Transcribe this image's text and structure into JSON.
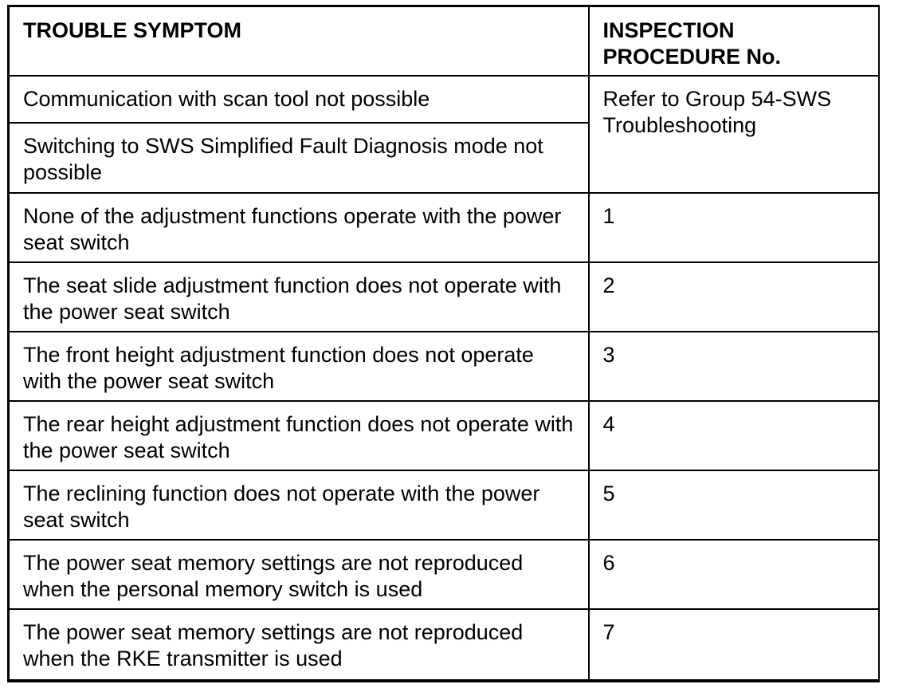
{
  "table": {
    "header": {
      "trouble_symptom": "TROUBLE SYMPTOM",
      "inspection_procedure": "INSPECTION PROCEDURE No."
    },
    "rows": [
      {
        "symptom": "Communication with scan tool not possible",
        "procedure": "Refer to Group 54-SWS Troubleshooting"
      },
      {
        "symptom": "Switching to SWS Simplified Fault Diagnosis mode not possible"
      },
      {
        "symptom": "None of the adjustment functions operate with the power seat switch",
        "procedure": "1"
      },
      {
        "symptom": "The seat slide adjustment function does not operate with the power seat switch",
        "procedure": "2"
      },
      {
        "symptom": "The front height adjustment function does not operate with the power seat switch",
        "procedure": "3"
      },
      {
        "symptom": "The rear height adjustment function does not operate with the power seat switch",
        "procedure": "4"
      },
      {
        "symptom": "The reclining function does not operate with the power seat switch",
        "procedure": "5"
      },
      {
        "symptom": "The power seat memory settings are not reproduced when the personal memory switch is used",
        "procedure": "6"
      },
      {
        "symptom": "The power seat memory settings are not reproduced when the RKE transmitter is used",
        "procedure": "7"
      }
    ],
    "colors": {
      "border": "#000000",
      "text": "#000000",
      "background": "#ffffff"
    }
  }
}
